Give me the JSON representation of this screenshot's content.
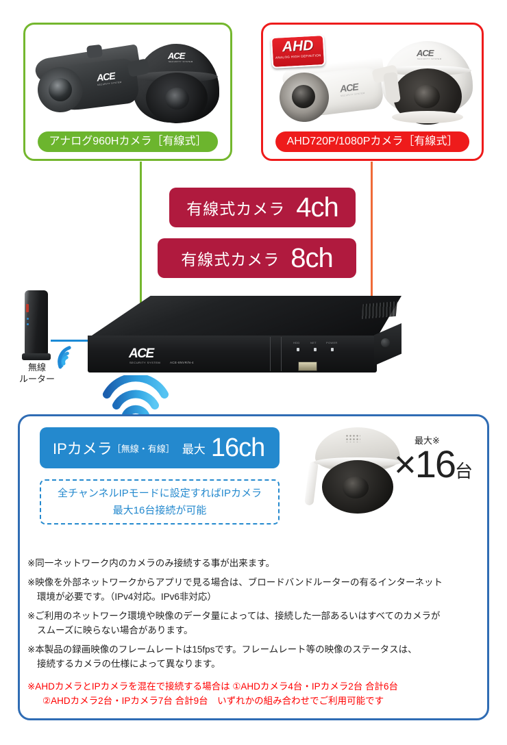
{
  "panels": {
    "analog": {
      "caption": "アナログ960Hカメラ［有線式］",
      "border_color": "#74b72e",
      "caption_bg": "#6cb52e",
      "brand": "ACE",
      "brand_sub": "SECURITY SYSTEM"
    },
    "ahd": {
      "caption": "AHD720P/1080Pカメラ［有線式］",
      "border_color": "#ee1b1b",
      "caption_bg": "#ee1b1b",
      "badge_title": "AHD",
      "badge_sub": "ANALOG HIGH DEFINITION",
      "brand": "ACE",
      "brand_sub": "SECURITY SYSTEM"
    }
  },
  "channel_banners": [
    {
      "label": "有線式カメラ",
      "value": "4ch",
      "bg": "#b01a3e"
    },
    {
      "label": "有線式カメラ",
      "value": "8ch",
      "bg": "#b01a3e"
    }
  ],
  "router": {
    "label_line1": "無線",
    "label_line2": "ルーター",
    "wifi_icon": "wifi-icon",
    "link_color": "#1b8ad6"
  },
  "dvr": {
    "brand": "ACE",
    "brand_sub": "SECURITY SYSTEM",
    "model": "ACE-8NVR/N-4",
    "leds": [
      "HDD",
      "NET",
      "POWER"
    ],
    "wifi_icon": "wifi-icon"
  },
  "ip_section": {
    "banner": {
      "title": "IPカメラ",
      "bracket": "［無線・有線］",
      "max_label": "最大",
      "value": "16ch",
      "bg": "#2489ce"
    },
    "dashed_note_line1": "全チャンネルIPモードに設定すればIPカメラ",
    "dashed_note_line2": "最大16台接続が可能",
    "max_small": "最大※",
    "count": "×16",
    "count_unit": "台",
    "border_color": "#2f6cb4"
  },
  "notes": [
    {
      "main": "※同一ネットワーク内のカメラのみ接続する事が出来ます。",
      "indent": ""
    },
    {
      "main": "※映像を外部ネットワークからアプリで見る場合は、ブロードバンドルーターの有るインターネット",
      "indent": "環境が必要です。（IPv4対応。IPv6非対応）"
    },
    {
      "main": "※ご利用のネットワーク環境や映像のデータ量によっては、接続した一部あるいはすべてのカメラが",
      "indent": "スムーズに映らない場合があります。"
    },
    {
      "main": "※本製品の録画映像のフレームレートは15fpsです。フレームレート等の映像のステータスは、",
      "indent": "接続するカメラの仕様によって異なります。"
    }
  ],
  "note_red": {
    "line1": "※AHDカメラとIPカメラを混在で接続する場合は ①AHDカメラ4台・IPカメラ2台 合計6台",
    "line2": "②AHDカメラ2台・IPカメラ7台 合計9台　いずれかの組み合わせでご利用可能です",
    "color": "#ff0000"
  }
}
